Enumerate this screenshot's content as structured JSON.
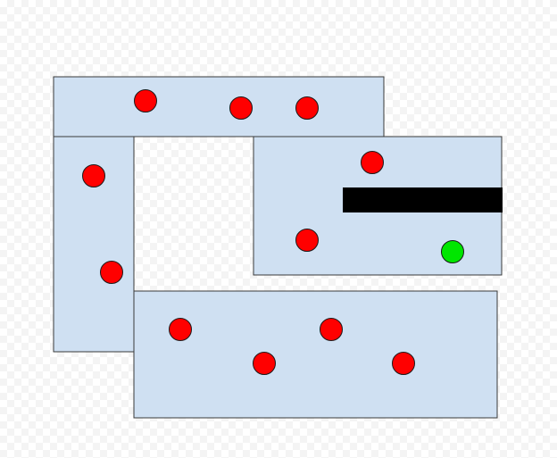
{
  "colors": {
    "region_fill": "#cfe0f2",
    "region_stroke": "#3a3a3a",
    "red_dot": "#ff0000",
    "green_dot": "#00e600",
    "dot_stroke": "#1a1a1a",
    "barrier": "#000000"
  },
  "regions": [
    {
      "id": "top-band"
    },
    {
      "id": "left-column"
    },
    {
      "id": "right-room"
    },
    {
      "id": "bottom-room"
    }
  ],
  "dots": [
    {
      "color": "red"
    },
    {
      "color": "red"
    },
    {
      "color": "red"
    },
    {
      "color": "red"
    },
    {
      "color": "red"
    },
    {
      "color": "red"
    },
    {
      "color": "red"
    },
    {
      "color": "red"
    },
    {
      "color": "red"
    },
    {
      "color": "red"
    },
    {
      "color": "red"
    },
    {
      "color": "green"
    }
  ]
}
